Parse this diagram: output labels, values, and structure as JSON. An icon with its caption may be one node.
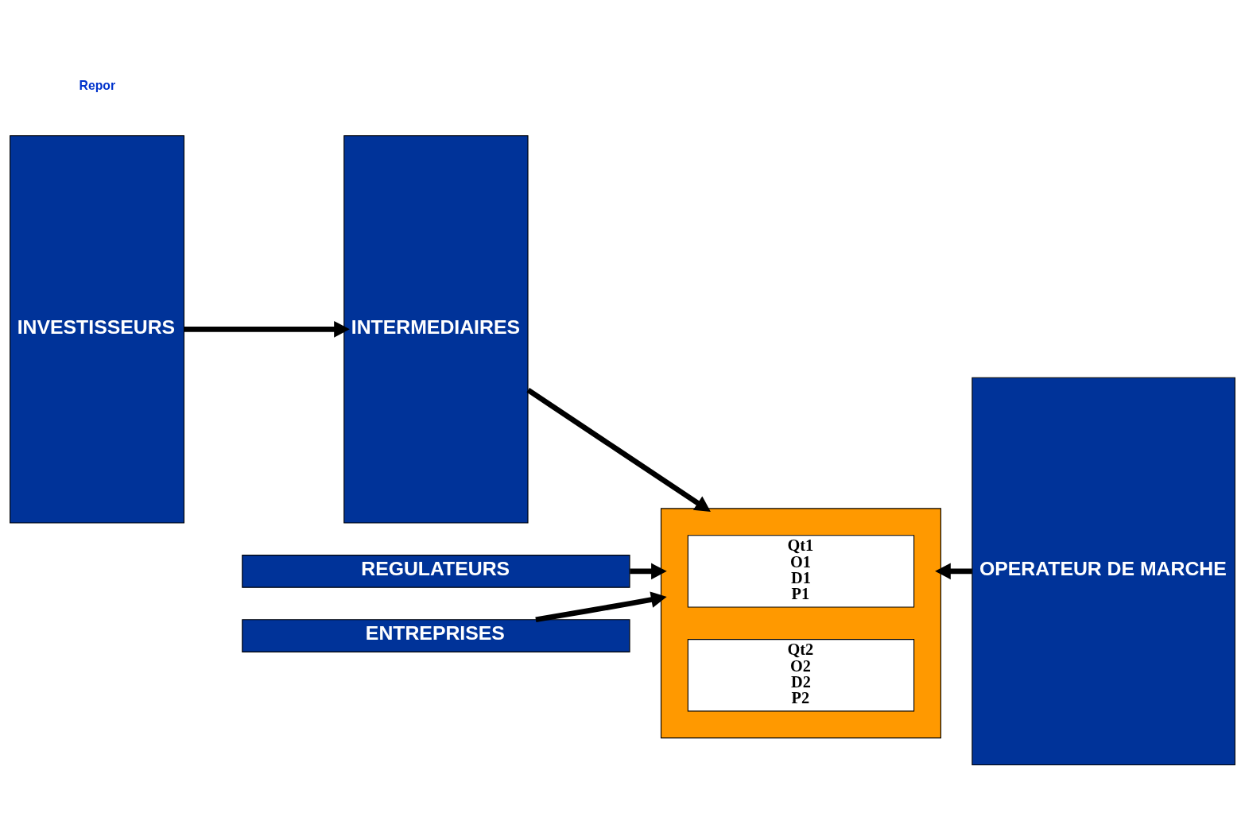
{
  "diagram": {
    "nodes": [
      {
        "text": [
          "INVESTISSEURS"
        ]
      },
      {
        "text": [
          "INTERMEDIAIRES"
        ]
      },
      {
        "text": [
          "REGULATEURS"
        ]
      },
      {
        "text": [],
        "shape": "box"
      },
      {
        "text": [
          "Qt1",
          "O1",
          "D1",
          "P1"
        ],
        "in": 3
      },
      {
        "text": [
          "Qt2",
          "O2",
          "D2",
          "P2"
        ],
        "in": 3
      },
      {
        "text": [
          "ENTREPRISES"
        ]
      },
      {
        "text": [
          "OPERATEUR DE MARCHE"
        ]
      }
    ],
    "edges": [
      {
        "from": 0,
        "to": 1,
        "arrow": "to"
      },
      {
        "from": 1,
        "to": 3,
        "arrow": "to"
      },
      {
        "from": 2,
        "to": 3,
        "arrow": "to"
      },
      {
        "from": 7,
        "to": 3,
        "arrow": "to"
      },
      {
        "from": 6,
        "to": 3,
        "arrow": "to"
      }
    ],
    "labels": [
      "Repor"
    ]
  }
}
